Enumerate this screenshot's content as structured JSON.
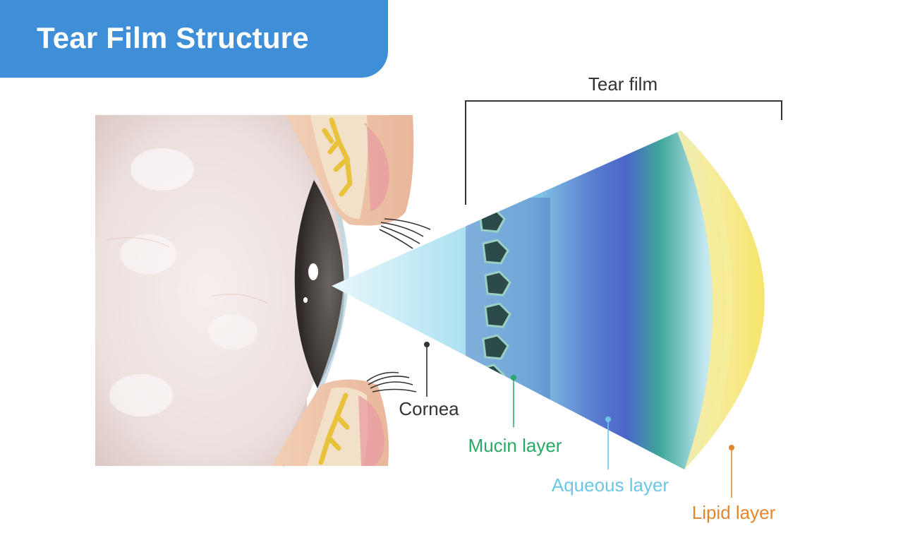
{
  "title": "Tear Film Structure",
  "labels": {
    "tear_film": "Tear film",
    "cornea": "Cornea",
    "mucin": "Mucin layer",
    "aqueous": "Aqueous layer",
    "lipid": "Lipid layer"
  },
  "colors": {
    "banner": "#3f8fd8",
    "cornea_label": "#333333",
    "mucin_label": "#2aa866",
    "aqueous_label": "#6ec6e6",
    "lipid_label": "#e3872d"
  }
}
